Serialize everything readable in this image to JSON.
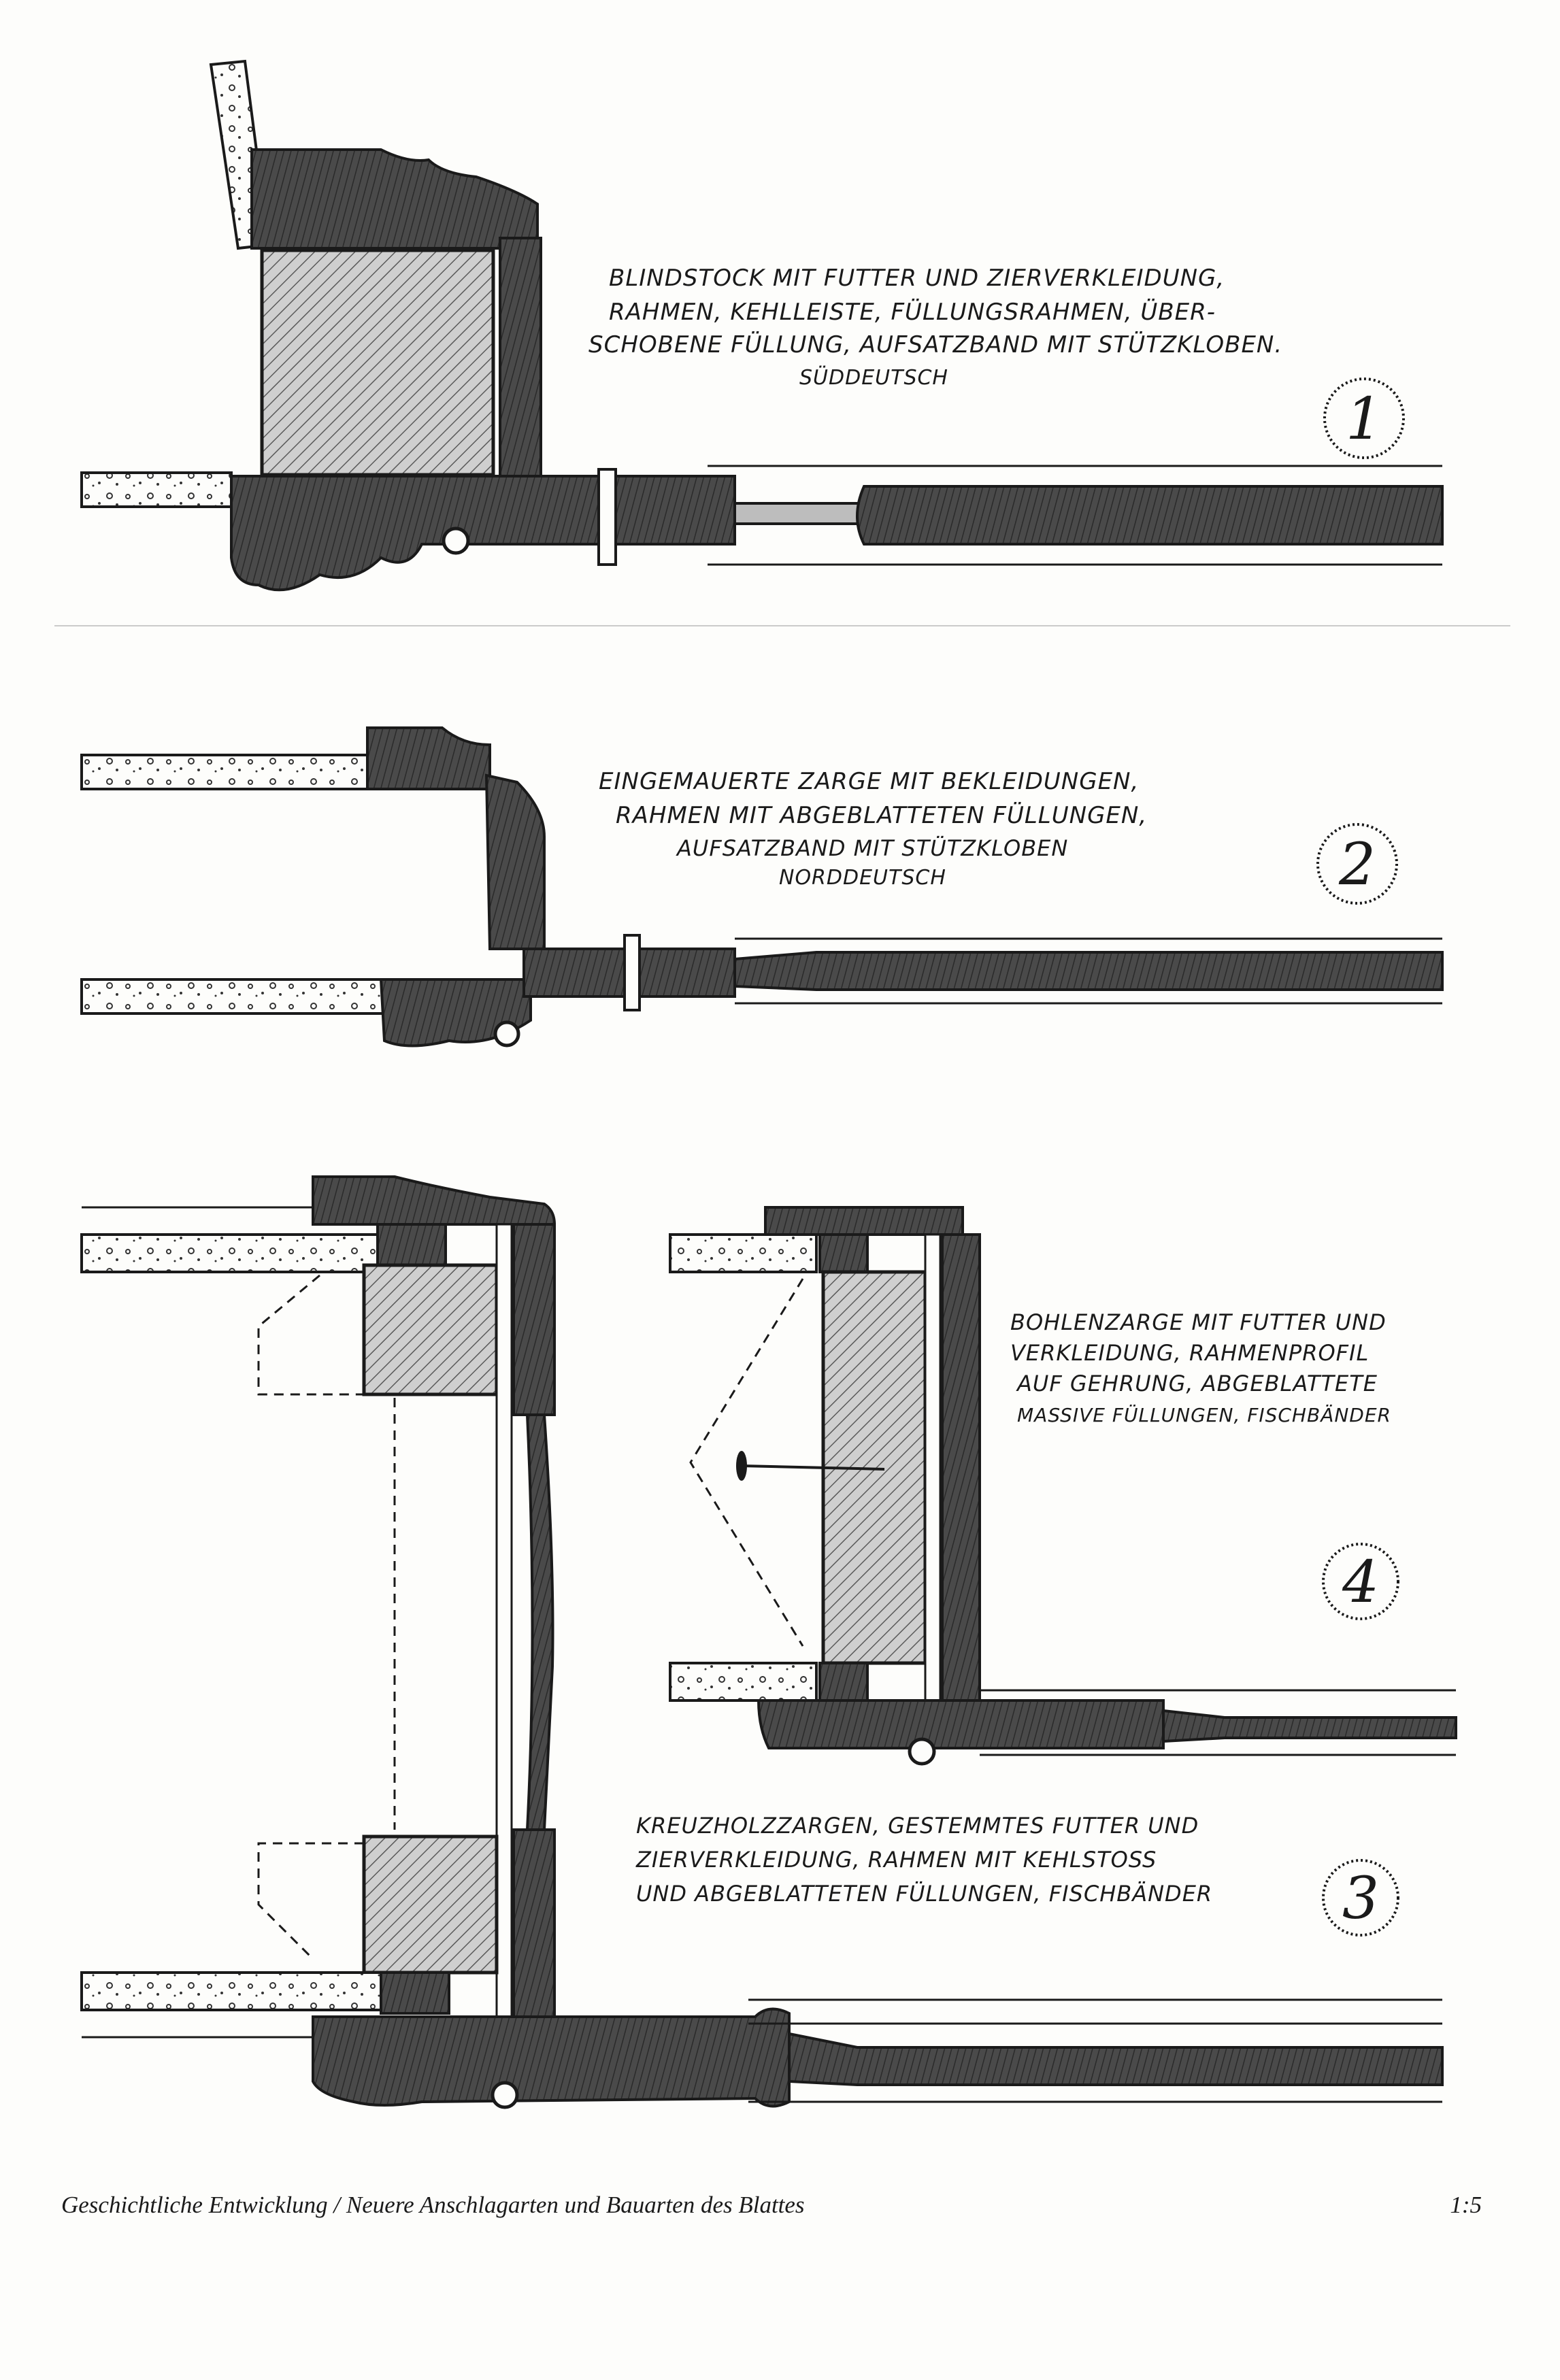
{
  "figures": [
    {
      "number": "1",
      "label_lines": [
        "BLINDSTOCK MIT FUTTER UND ZIERVERKLEIDUNG,",
        "RAHMEN, KEHLLEISTE, FÜLLUNGSRAHMEN, ÜBER-",
        "SCHOBENE FÜLLUNG, AUFSATZBAND MIT STÜTZKLOBEN."
      ],
      "region": "SÜDDEUTSCH"
    },
    {
      "number": "2",
      "label_lines": [
        "EINGEMAUERTE ZARGE MIT BEKLEIDUNGEN,",
        "RAHMEN MIT ABGEBLATTETEN FÜLLUNGEN,",
        "AUFSATZBAND MIT STÜTZKLOBEN"
      ],
      "region": "NORDDEUTSCH"
    },
    {
      "number": "4",
      "label_lines": [
        "BOHLENZARGE MIT FUTTER UND",
        "VERKLEIDUNG, RAHMENPROFIL",
        "AUF GEHRUNG, ABGEBLATTETE",
        "MASSIVE FÜLLUNGEN, FISCHBÄNDER"
      ]
    },
    {
      "number": "3",
      "label_lines": [
        "KREUZHOLZZARGEN, GESTEMMTES FUTTER UND",
        "ZIERVERKLEIDUNG, RAHMEN MIT KEHLSTOSS",
        "UND ABGEBLATTETEN FÜLLUNGEN, FISCHBÄNDER"
      ]
    }
  ],
  "caption": {
    "left": "Geschichtliche Entwicklung / Neuere Anschlagarten und Bauarten des Blattes",
    "right": "1:5"
  },
  "colors": {
    "ink": "#1a1a1a",
    "dark_section": "#3a3a3a",
    "hatch": "#777777",
    "paper": "#fdfdfb"
  }
}
